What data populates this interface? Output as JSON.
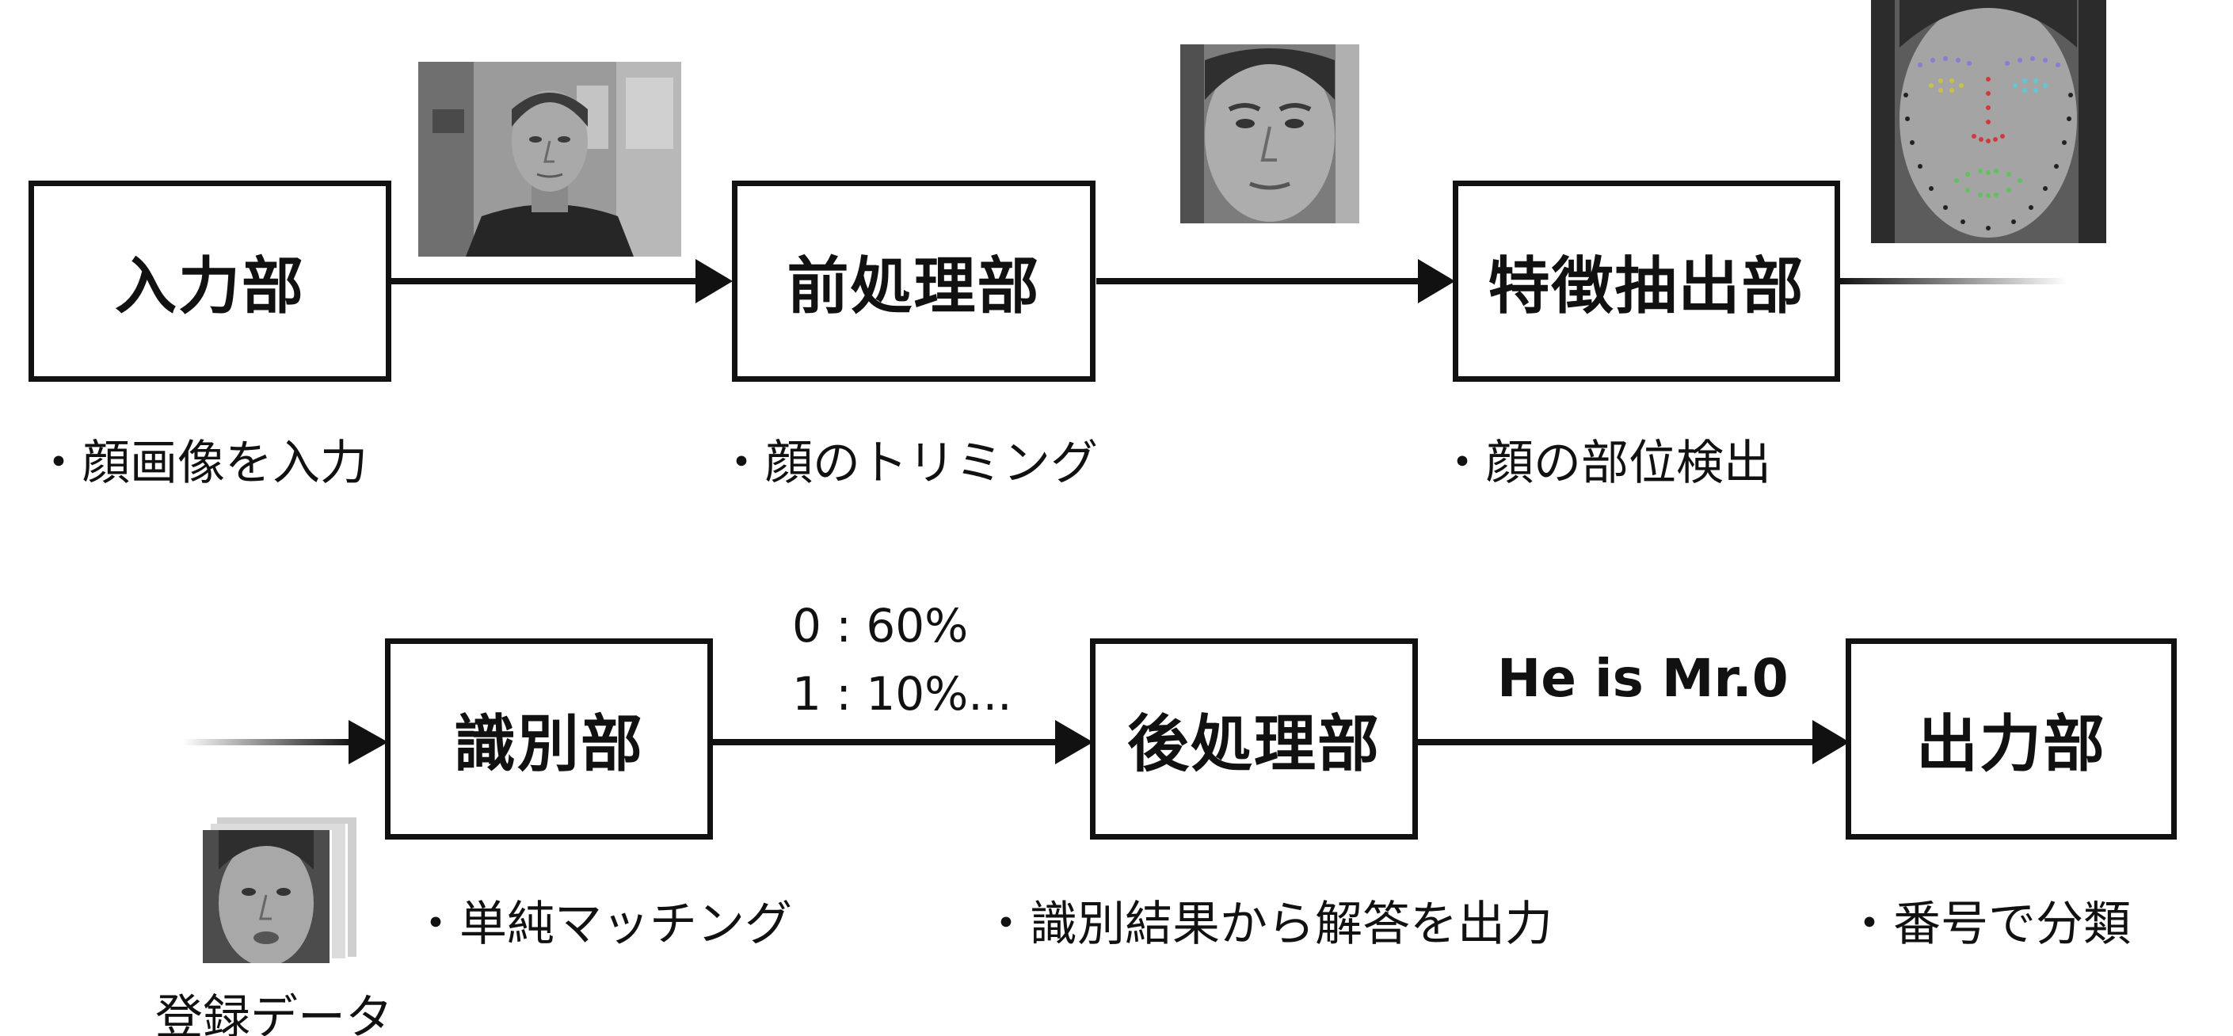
{
  "stages": {
    "input": {
      "label": "入力部",
      "note": "・顔画像を入力"
    },
    "preprocess": {
      "label": "前処理部",
      "note": "・顔のトリミング"
    },
    "feature": {
      "label": "特徴抽出部",
      "note": "・顔の部位検出"
    },
    "identify": {
      "label": "識別部",
      "note": "・単純マッチング"
    },
    "postprocess": {
      "label": "後処理部",
      "note": "・識別結果から解答を出力"
    },
    "output": {
      "label": "出力部",
      "note": "・番号で分類"
    }
  },
  "edges": {
    "scores_line1": "0 : 60%",
    "scores_line2": "1 : 10%...",
    "result": "He is Mr.0"
  },
  "registered_data": {
    "label": "登録データ"
  },
  "images": {
    "input_photo": "grayscale photo of a man's face in an office",
    "cropped_face": "cropped grayscale face",
    "landmark_face": "grayscale face with colored facial landmark points",
    "registered_faces": "stack of registered face photos"
  },
  "colors": {
    "line": "#111111",
    "landmark_brows": "#8a7bd6",
    "landmark_eye_left": "#c9c24a",
    "landmark_eye_right": "#5fc7d6",
    "landmark_nose": "#d23a3a",
    "landmark_mouth": "#62c25a",
    "landmark_jaw": "#222222"
  }
}
